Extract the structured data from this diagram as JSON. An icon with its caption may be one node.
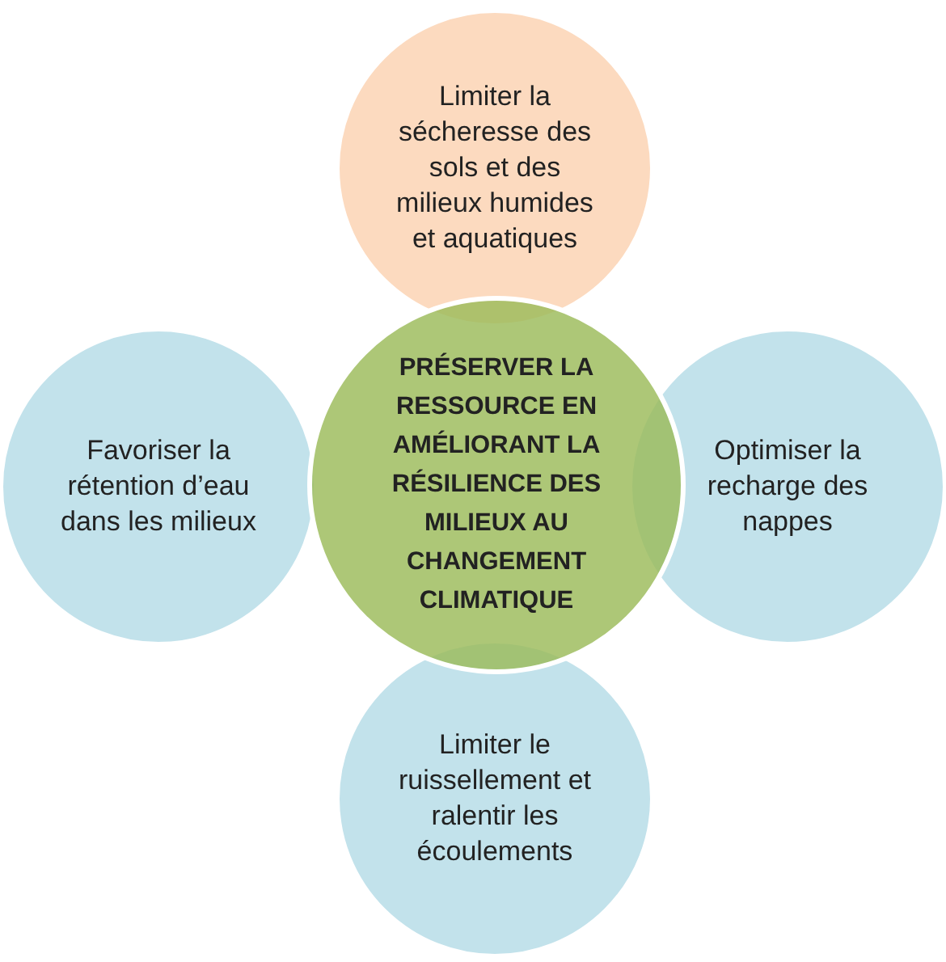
{
  "diagram": {
    "nodes": [
      {
        "text": [
          "Limiter la sécheresse des sols et des milieux humides et aquatiques"
        ]
      },
      {
        "text": [
          "Favoriser la rétention d’eau dans les milieux"
        ]
      },
      {
        "text": [
          "PRÉSERVER LA RESSOURCE EN AMÉLIORANT LA RÉSILIENCE DES MILIEUX AU CHANGEMENT CLIMATIQUE"
        ]
      },
      {
        "text": [
          "Optimiser la recharge des nappes"
        ]
      },
      {
        "text": [
          "Limiter le ruissellement et ralentir les écoulements"
        ]
      }
    ]
  }
}
